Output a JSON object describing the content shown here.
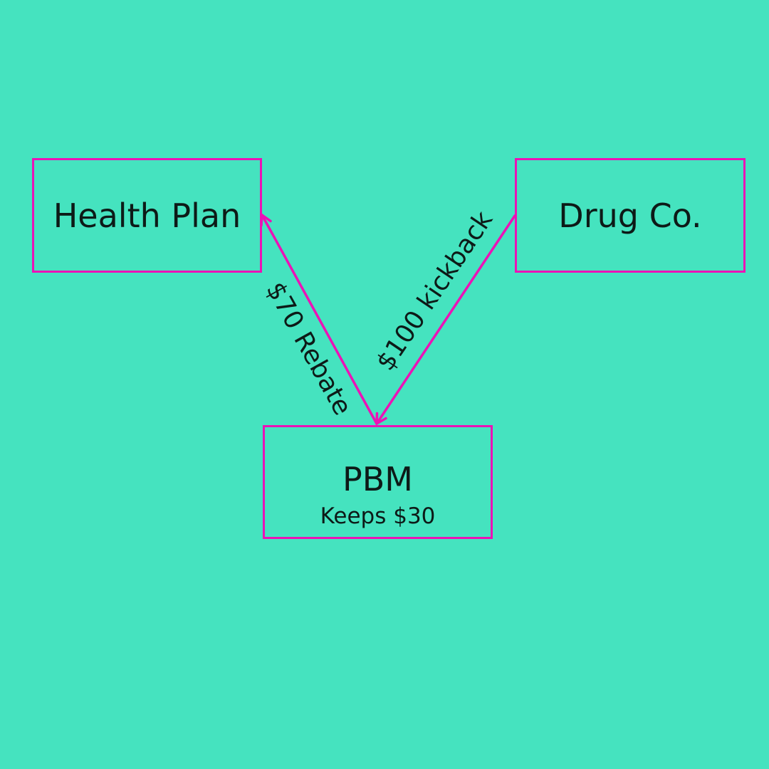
{
  "diagram": {
    "background_color": "#45e3bf",
    "accent_color": "#ec12b6",
    "nodes": {
      "health_plan": {
        "title": "Health Plan"
      },
      "drug_co": {
        "title": "Drug Co."
      },
      "pbm": {
        "title": "PBM",
        "subtitle": "Keeps $30"
      }
    },
    "edges": {
      "kickback": {
        "from": "Drug Co.",
        "to": "PBM",
        "label": "$100 kickback"
      },
      "rebate": {
        "from": "PBM",
        "to": "Health Plan",
        "label": "$70 Rebate"
      }
    }
  }
}
